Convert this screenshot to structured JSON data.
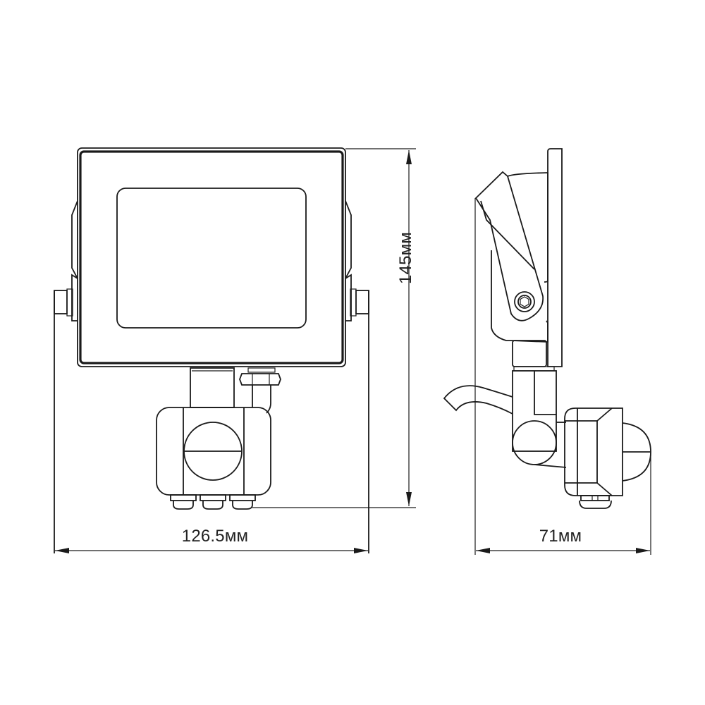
{
  "drawing": {
    "title": "Floodlight with motion sensor — dimensional drawing",
    "line_color": "#1a1a1a",
    "background": "#ffffff",
    "views": [
      {
        "name": "front-view",
        "components": [
          "housing-frame",
          "lens-window",
          "side-brackets",
          "mounting-pins",
          "stem",
          "cable-gland-nut",
          "pir-sensor-box",
          "pir-sensor-lens",
          "cable-glands"
        ]
      },
      {
        "name": "side-view",
        "components": [
          "housing-plate",
          "bracket-arm",
          "hex-bolt",
          "stem",
          "power-cable",
          "pir-sensor-box",
          "pir-sensor-dome",
          "cable-gland"
        ]
      }
    ]
  },
  "dimensions": {
    "width": {
      "value": 126.5,
      "unit": "мм",
      "label": "126.5мм"
    },
    "height": {
      "value": 145,
      "unit": "мм",
      "label": "145мм"
    },
    "depth": {
      "value": 71,
      "unit": "мм",
      "label": "71мм"
    }
  }
}
